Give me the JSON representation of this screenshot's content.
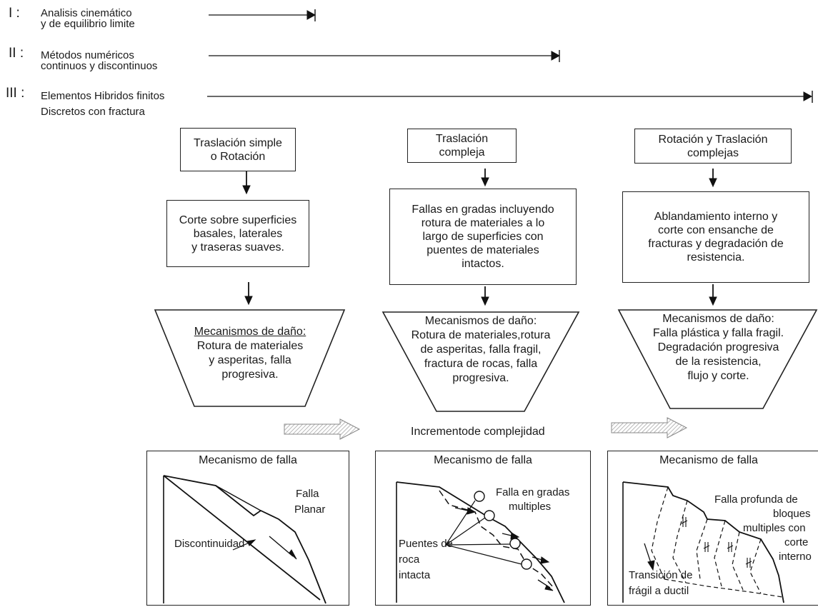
{
  "methods": [
    {
      "numeral": "I :",
      "line1": "Analisis cinemático",
      "line2": "y de equilibrio limite"
    },
    {
      "numeral": "II :",
      "line1": "Métodos numéricos",
      "line2": "continuos y discontinuos"
    },
    {
      "numeral": "III :",
      "line1": "Elementos Hibridos finitos",
      "line2": "Discretos con fractura"
    }
  ],
  "columns": [
    {
      "type_lines": [
        "Traslación simple",
        "o Rotación"
      ],
      "process_lines": [
        "Corte sobre superficies",
        "basales, laterales",
        "y traseras suaves."
      ],
      "damage_lines": [
        "Mecanismos de daño:",
        "Rotura de materiales",
        "y asperitas, falla",
        "progresiva."
      ]
    },
    {
      "type_lines": [
        "Traslación",
        "compleja"
      ],
      "process_lines": [
        "Fallas en gradas incluyendo",
        "rotura de materiales a lo",
        "largo de superficies con",
        "puentes de materiales",
        "intactos."
      ],
      "damage_lines": [
        "Mecanismos de daño:",
        "Rotura de materiales,rotura",
        "de asperitas, falla fragil,",
        "fractura de rocas, falla",
        "progresiva."
      ]
    },
    {
      "type_lines": [
        "Rotación y Traslación",
        "complejas"
      ],
      "process_lines": [
        "Ablandamiento  interno y",
        "corte con ensanche de",
        "fracturas y degradación de",
        "resistencia."
      ],
      "damage_lines": [
        "Mecanismos de daño:",
        "Falla plástica y falla fragil.",
        "Degradación progresiva",
        "de la resistencia,",
        "flujo y corte."
      ]
    }
  ],
  "complexity_label": "Incrementode complejidad",
  "panels": [
    {
      "title": "Mecanismo de falla",
      "labels": [
        "Falla",
        "Planar",
        "Discontinuidad"
      ]
    },
    {
      "title": "Mecanismo de falla",
      "labels": [
        "Falla en gradas",
        "multiples",
        "Puentes de",
        "roca",
        "intacta"
      ]
    },
    {
      "title": "Mecanismo de falla",
      "labels": [
        "Falla profunda de",
        "bloques",
        "multiples con",
        "corte",
        "interno",
        "Transición de",
        "frágil a ductil"
      ]
    }
  ]
}
